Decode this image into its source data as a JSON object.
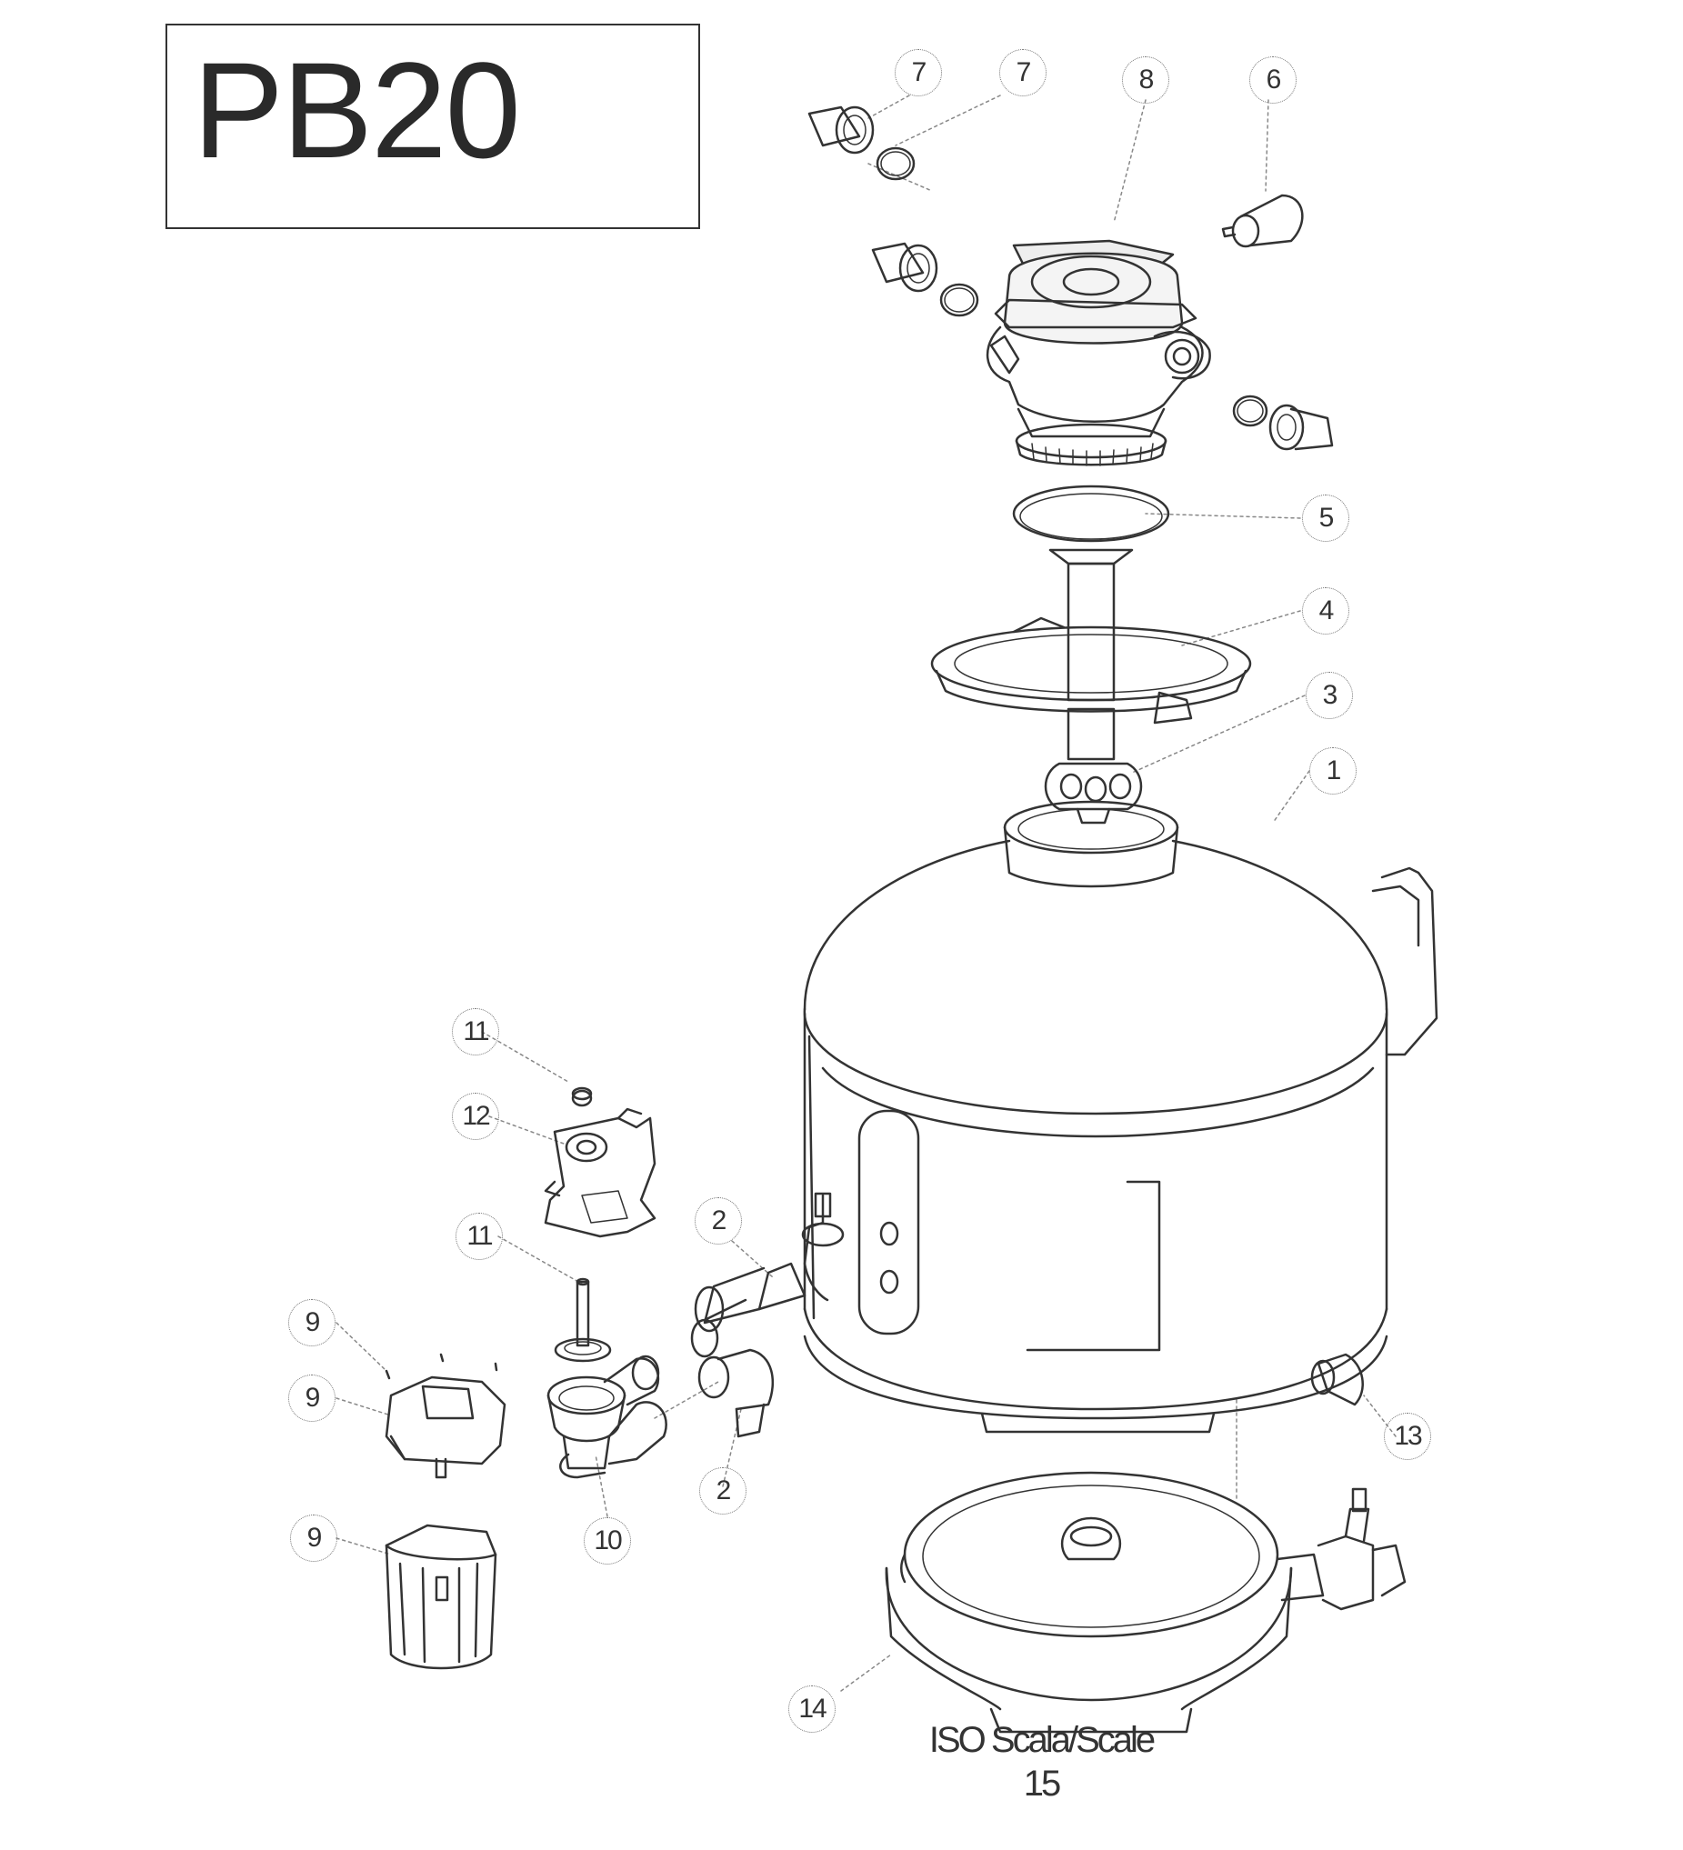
{
  "title": "PB20",
  "scale": {
    "label": "ISO Scala/Scale",
    "value": "15"
  },
  "colors": {
    "line": "#333333",
    "leader": "#888888",
    "background": "#ffffff"
  },
  "callouts": [
    {
      "id": "c7a",
      "label": "7"
    },
    {
      "id": "c7b",
      "label": "7"
    },
    {
      "id": "c8",
      "label": "8"
    },
    {
      "id": "c6",
      "label": "6"
    },
    {
      "id": "c5",
      "label": "5"
    },
    {
      "id": "c4",
      "label": "4"
    },
    {
      "id": "c3",
      "label": "3"
    },
    {
      "id": "c1",
      "label": "1"
    },
    {
      "id": "c11a",
      "label": "11"
    },
    {
      "id": "c12",
      "label": "12"
    },
    {
      "id": "c11b",
      "label": "11"
    },
    {
      "id": "c2a",
      "label": "2"
    },
    {
      "id": "c9a",
      "label": "9"
    },
    {
      "id": "c9b",
      "label": "9"
    },
    {
      "id": "c9c",
      "label": "9"
    },
    {
      "id": "c2b",
      "label": "2"
    },
    {
      "id": "c10",
      "label": "10"
    },
    {
      "id": "c13",
      "label": "13"
    },
    {
      "id": "c14",
      "label": "14"
    }
  ]
}
